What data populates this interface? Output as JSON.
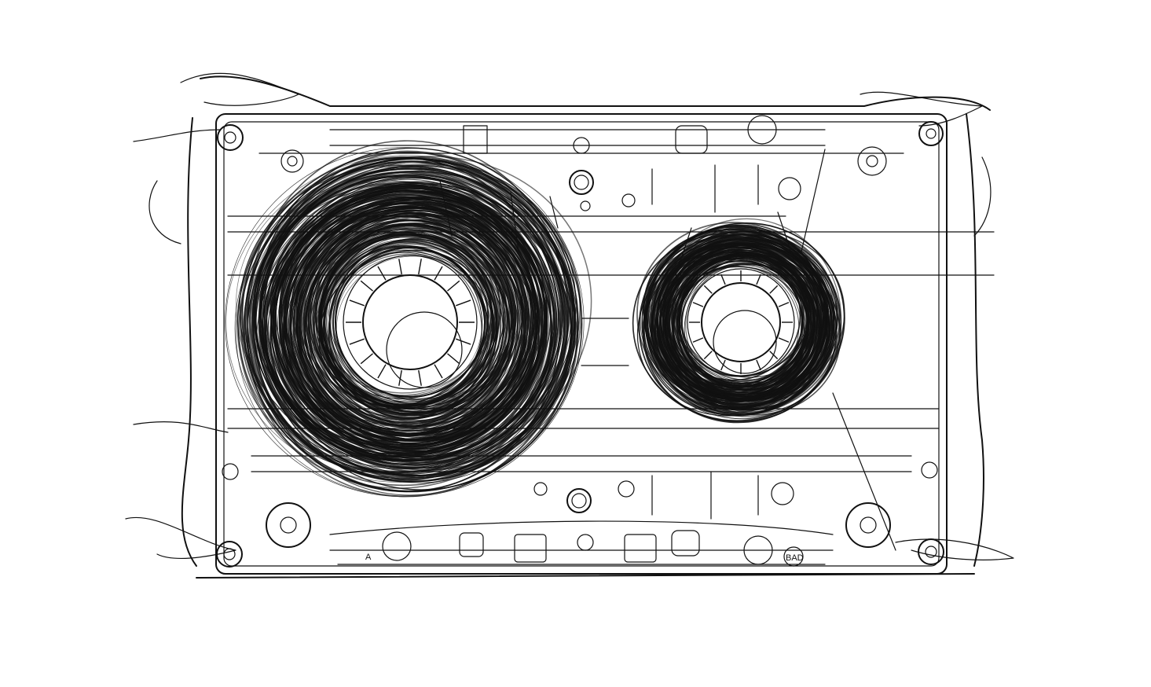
{
  "drawing": {
    "subject": "cassette-tape",
    "style": "black ink line sketch on white",
    "colors": {
      "ink": "#111111",
      "paper": "#ffffff"
    },
    "labels": {
      "side": "A",
      "type": "BAD"
    },
    "reels": {
      "left_tape_fill": 0.82,
      "right_tape_fill": 0.45
    }
  }
}
